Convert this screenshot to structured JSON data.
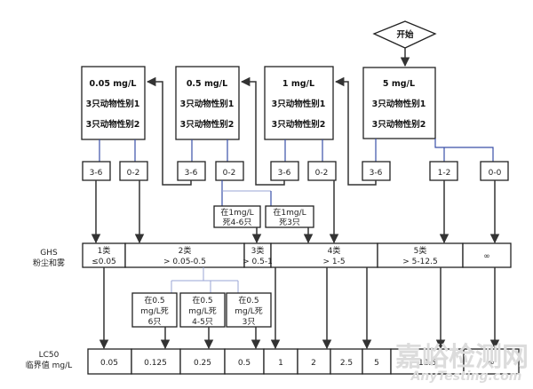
{
  "start": "开始",
  "test_boxes": [
    {
      "conc": "0.05 mg/L",
      "line1": "3只动物性别1",
      "line2": "3只动物性别2"
    },
    {
      "conc": "0.5 mg/L",
      "line1": "3只动物性别1",
      "line2": "3只动物性别2"
    },
    {
      "conc": "1 mg/L",
      "line1": "3只动物性别1",
      "line2": "3只动物性别2"
    },
    {
      "conc": "5 mg/L",
      "line1": "3只动物性别1",
      "line2": "3只动物性别2"
    }
  ],
  "outcomes": {
    "b005": [
      "3-6",
      "0-2"
    ],
    "b05": [
      "3-6",
      "0-2"
    ],
    "b1": [
      "3-6",
      "0-2"
    ],
    "b5": [
      "3-6",
      "1-2",
      "0-0"
    ]
  },
  "notes_1mg": [
    {
      "line1": "在1mg/L",
      "line2": "死4-6只"
    },
    {
      "line1": "在1mg/L",
      "line2": "死3只"
    }
  ],
  "notes_05mg": [
    {
      "line1": "在0.5",
      "line2": "mg/L死",
      "line3": "6只"
    },
    {
      "line1": "在0.5",
      "line2": "mg/L死",
      "line3": "4-5只"
    },
    {
      "line1": "在0.5",
      "line2": "mg/L死",
      "line3": "3只"
    }
  ],
  "ghs_label": {
    "line1": "GHS",
    "line2": "粉尘和雾"
  },
  "ghs_categories": [
    {
      "name": "1类",
      "range": "≤0.05"
    },
    {
      "name": "2类",
      "range": "> 0.05-0.5"
    },
    {
      "name": "3类",
      "range": "> 0.5-1"
    },
    {
      "name": "4类",
      "range": "> 1-5"
    },
    {
      "name": "5类",
      "range": "> 5-12.5"
    },
    {
      "name": "∞",
      "range": ""
    }
  ],
  "lc50_label": {
    "line1": "LC50",
    "line2": "临界值 mg/L"
  },
  "lc50_values": [
    "0.05",
    "0.125",
    "0.25",
    "0.5",
    "1",
    "2",
    "2.5",
    "5",
    "12.5",
    "∞"
  ],
  "watermark": {
    "cn": "嘉峪检测网",
    "en": "AnyTesting.com"
  }
}
